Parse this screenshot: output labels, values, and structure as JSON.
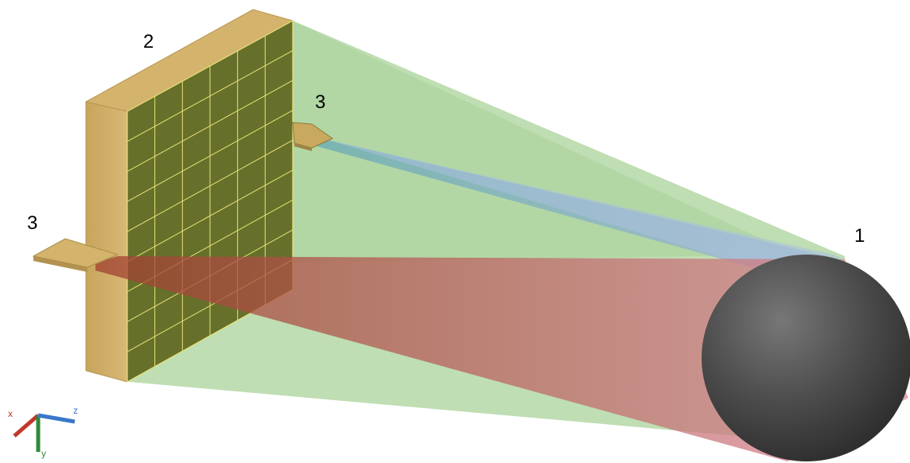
{
  "callouts": {
    "sphere": "1",
    "panel": "2",
    "sensor_left": "3",
    "sensor_top": "3"
  },
  "axes": {
    "x": "x",
    "y": "y",
    "z": "z"
  },
  "colors": {
    "panel_face": "#66702a",
    "panel_frame": "#cdb06a",
    "panel_grid": "#e7e27a",
    "green_cone": "#a9d39a",
    "blue_cone": "#7fb6b6",
    "red_cone": "#b5544a",
    "sphere": "#4a4a4a",
    "axis_x": "#c0392b",
    "axis_y": "#2e8b3a",
    "axis_z": "#3a78c9"
  }
}
